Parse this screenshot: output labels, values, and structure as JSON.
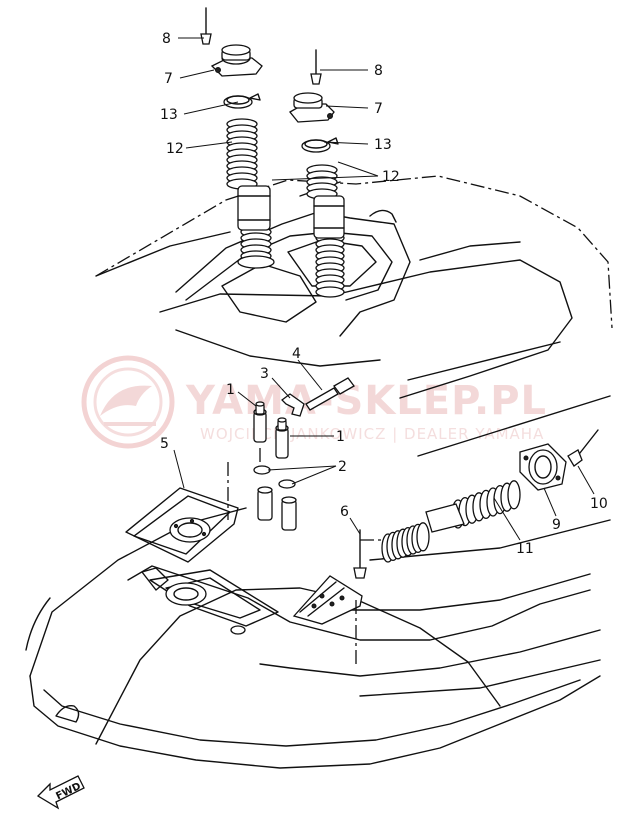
{
  "watermark": {
    "brand": "YAMA-SKLEP.PL",
    "subtitle": "WOJCIECH JANKOWICZ | DEALER YAMAHA",
    "color": "#e8a9a9"
  },
  "orientation_label": "FWD",
  "callouts": [
    "1",
    "1",
    "2",
    "3",
    "4",
    "5",
    "6",
    "7",
    "7",
    "8",
    "8",
    "9",
    "10",
    "11",
    "12",
    "12",
    "13",
    "13"
  ]
}
